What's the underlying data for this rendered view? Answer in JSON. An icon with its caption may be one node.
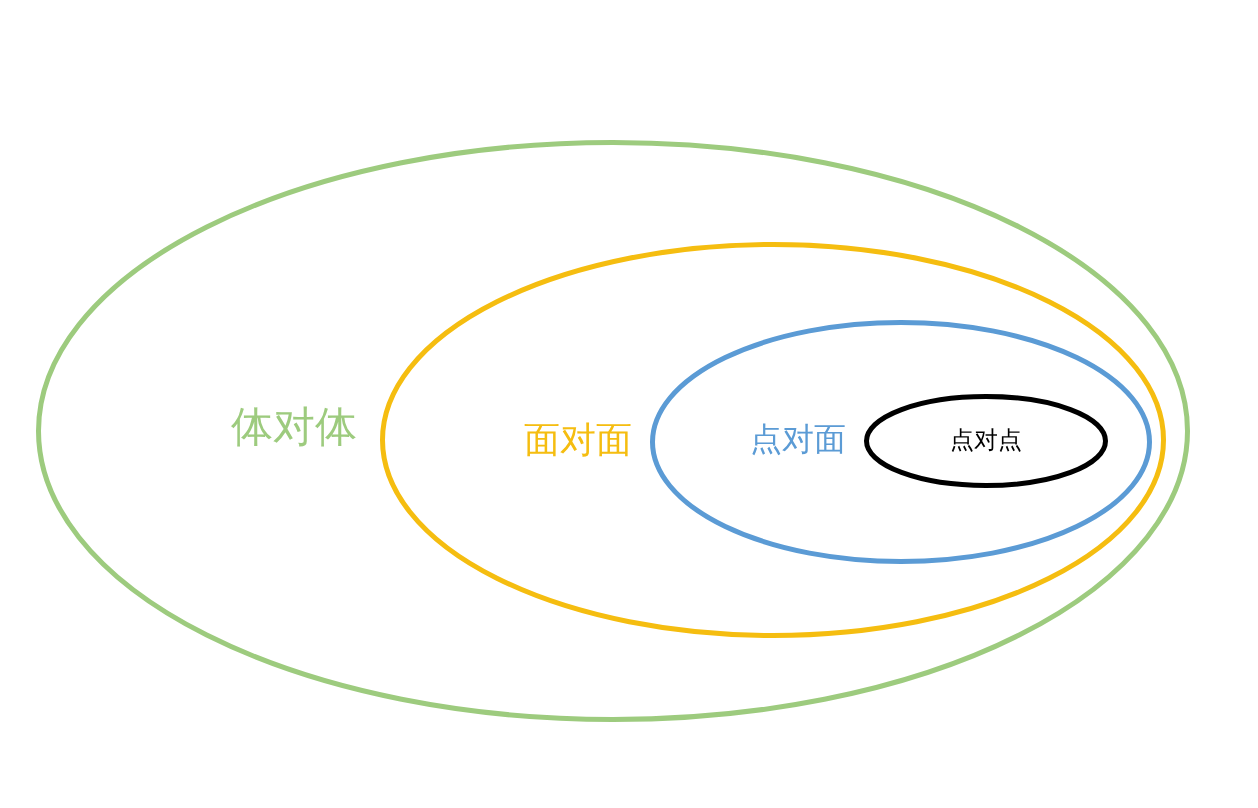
{
  "diagram": {
    "nodes": [
      {
        "text": [
          "体对体"
        ]
      },
      {
        "text": [
          "面对面"
        ],
        "in": 0
      },
      {
        "text": [
          "点对面"
        ],
        "in": 1
      },
      {
        "text": [
          "点对点"
        ],
        "in": 2
      }
    ]
  }
}
